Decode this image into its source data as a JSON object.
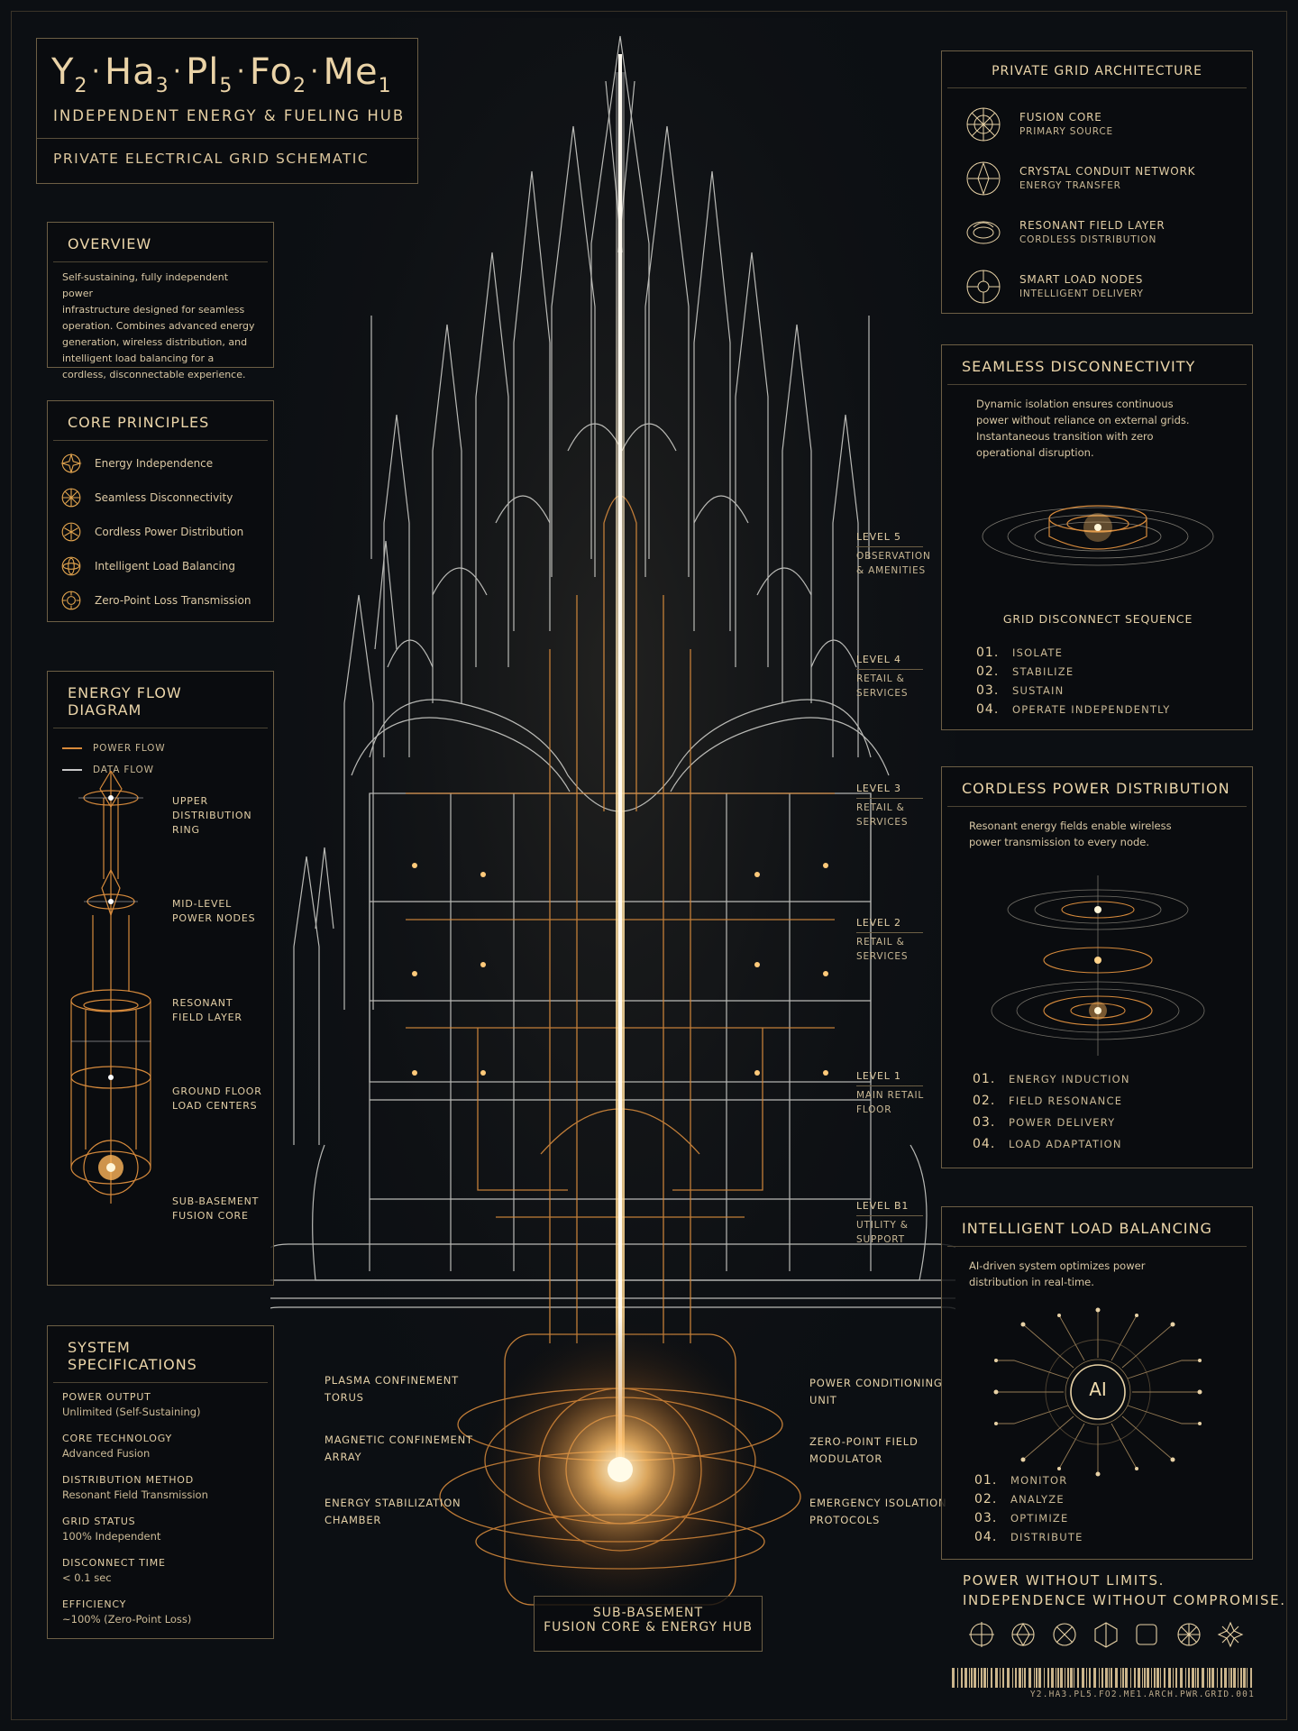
{
  "header": {
    "title_parts": [
      {
        "base": "Y",
        "sub": "2"
      },
      {
        "base": "Ha",
        "sub": "3"
      },
      {
        "base": "Pl",
        "sub": "5"
      },
      {
        "base": "Fo",
        "sub": "2"
      },
      {
        "base": "Me",
        "sub": "1"
      }
    ],
    "separator": "·",
    "subtitle": "INDEPENDENT ENERGY & FUELING HUB",
    "schematic": "PRIVATE ELECTRICAL GRID SCHEMATIC"
  },
  "overview": {
    "title": "OVERVIEW",
    "lines": [
      "Self-sustaining, fully independent power",
      "infrastructure designed for seamless",
      "operation. Combines advanced energy",
      "generation, wireless distribution, and",
      "intelligent load balancing for a",
      "cordless, disconnectable experience."
    ]
  },
  "core_principles": {
    "title": "CORE PRINCIPLES",
    "items": [
      {
        "label": "Energy Independence",
        "icon": "compass-star-icon"
      },
      {
        "label": "Seamless Disconnectivity",
        "icon": "burst-icon"
      },
      {
        "label": "Cordless Power Distribution",
        "icon": "asterisk-icon"
      },
      {
        "label": "Intelligent Load Balancing",
        "icon": "atom-icon"
      },
      {
        "label": "Zero-Point Loss Transmission",
        "icon": "sun-icon"
      }
    ]
  },
  "energy_flow": {
    "title": "ENERGY FLOW DIAGRAM",
    "legend": [
      {
        "label": "POWER FLOW",
        "color": "#d98a3a"
      },
      {
        "label": "DATA FLOW",
        "color": "#c8c8c8"
      }
    ],
    "nodes": [
      {
        "l1": "UPPER",
        "l2": "DISTRIBUTION RING"
      },
      {
        "l1": "MID-LEVEL",
        "l2": "POWER NODES"
      },
      {
        "l1": "RESONANT",
        "l2": "FIELD LAYER"
      },
      {
        "l1": "GROUND FLOOR",
        "l2": "LOAD CENTERS"
      },
      {
        "l1": "SUB-BASEMENT",
        "l2": "FUSION CORE"
      }
    ]
  },
  "specs": {
    "title": "SYSTEM SPECIFICATIONS",
    "items": [
      {
        "k": "POWER OUTPUT",
        "v": "Unlimited (Self-Sustaining)"
      },
      {
        "k": "CORE TECHNOLOGY",
        "v": "Advanced Fusion"
      },
      {
        "k": "DISTRIBUTION METHOD",
        "v": "Resonant Field Transmission"
      },
      {
        "k": "GRID STATUS",
        "v": "100% Independent"
      },
      {
        "k": "DISCONNECT TIME",
        "v": "< 0.1 sec"
      },
      {
        "k": "EFFICIENCY",
        "v": "~100% (Zero-Point Loss)"
      }
    ]
  },
  "levels": [
    {
      "name": "LEVEL 5",
      "d1": "OBSERVATION",
      "d2": "& AMENITIES"
    },
    {
      "name": "LEVEL 4",
      "d1": "RETAIL &",
      "d2": "SERVICES"
    },
    {
      "name": "LEVEL 3",
      "d1": "RETAIL &",
      "d2": "SERVICES"
    },
    {
      "name": "LEVEL 2",
      "d1": "RETAIL &",
      "d2": "SERVICES"
    },
    {
      "name": "LEVEL 1",
      "d1": "MAIN RETAIL",
      "d2": "FLOOR"
    },
    {
      "name": "LEVEL B1",
      "d1": "UTILITY &",
      "d2": "SUPPORT"
    }
  ],
  "core_labels_left": [
    {
      "l1": "PLASMA CONFINEMENT",
      "l2": "TORUS"
    },
    {
      "l1": "MAGNETIC CONFINEMENT",
      "l2": "ARRAY"
    },
    {
      "l1": "ENERGY STABILIZATION",
      "l2": "CHAMBER"
    }
  ],
  "core_labels_right": [
    {
      "l1": "POWER CONDITIONING",
      "l2": "UNIT"
    },
    {
      "l1": "ZERO-POINT FIELD",
      "l2": "MODULATOR"
    },
    {
      "l1": "EMERGENCY ISOLATION",
      "l2": "PROTOCOLS"
    }
  ],
  "sub_basement": {
    "l1": "SUB-BASEMENT",
    "l2": "FUSION CORE & ENERGY HUB"
  },
  "grid_arch": {
    "title": "PRIVATE GRID ARCHITECTURE",
    "items": [
      {
        "l1": "FUSION CORE",
        "l2": "PRIMARY SOURCE",
        "icon": "fusion-core-icon"
      },
      {
        "l1": "CRYSTAL CONDUIT NETWORK",
        "l2": "ENERGY TRANSFER",
        "icon": "crystal-icon"
      },
      {
        "l1": "RESONANT FIELD LAYER",
        "l2": "CORDLESS DISTRIBUTION",
        "icon": "field-ring-icon"
      },
      {
        "l1": "SMART LOAD NODES",
        "l2": "INTELLIGENT DELIVERY",
        "icon": "load-node-icon"
      }
    ]
  },
  "disconnectivity": {
    "title": "SEAMLESS DISCONNECTIVITY",
    "lines": [
      "Dynamic isolation ensures continuous",
      "power without reliance on external grids.",
      "Instantaneous transition with zero",
      "operational disruption."
    ],
    "sequence_title": "GRID DISCONNECT SEQUENCE",
    "steps": [
      {
        "n": "01.",
        "t": "ISOLATE"
      },
      {
        "n": "02.",
        "t": "STABILIZE"
      },
      {
        "n": "03.",
        "t": "SUSTAIN"
      },
      {
        "n": "04.",
        "t": "OPERATE INDEPENDENTLY"
      }
    ]
  },
  "cordless": {
    "title": "CORDLESS POWER DISTRIBUTION",
    "lines": [
      "Resonant energy fields enable wireless",
      "power transmission to every node."
    ],
    "steps": [
      {
        "n": "01.",
        "t": "ENERGY INDUCTION"
      },
      {
        "n": "02.",
        "t": "FIELD RESONANCE"
      },
      {
        "n": "03.",
        "t": "POWER DELIVERY"
      },
      {
        "n": "04.",
        "t": "LOAD ADAPTATION"
      }
    ]
  },
  "load_balancing": {
    "title": "INTELLIGENT LOAD BALANCING",
    "lines": [
      "AI-driven system optimizes power",
      "distribution in real-time."
    ],
    "ai_label": "AI",
    "steps": [
      {
        "n": "01.",
        "t": "MONITOR"
      },
      {
        "n": "02.",
        "t": "ANALYZE"
      },
      {
        "n": "03.",
        "t": "OPTIMIZE"
      },
      {
        "n": "04.",
        "t": "DISTRIBUTE"
      }
    ]
  },
  "tagline": {
    "l1": "POWER WITHOUT LIMITS.",
    "l2": "INDEPENDENCE WITHOUT COMPROMISE."
  },
  "footer_icons": [
    "crosshair-icon",
    "diamond-star-icon",
    "x-circle-icon",
    "hexagon-icon",
    "rounded-square-icon",
    "wheel-icon",
    "star-burst-icon"
  ],
  "barcode_text": "Y2.HA3.PL5.FO2.ME1.ARCH.PWR.GRID.001",
  "colors": {
    "accent": "#e3a54f",
    "gold": "#e8d2a6",
    "line": "#6d5f45",
    "bg": "#0c0f13"
  }
}
